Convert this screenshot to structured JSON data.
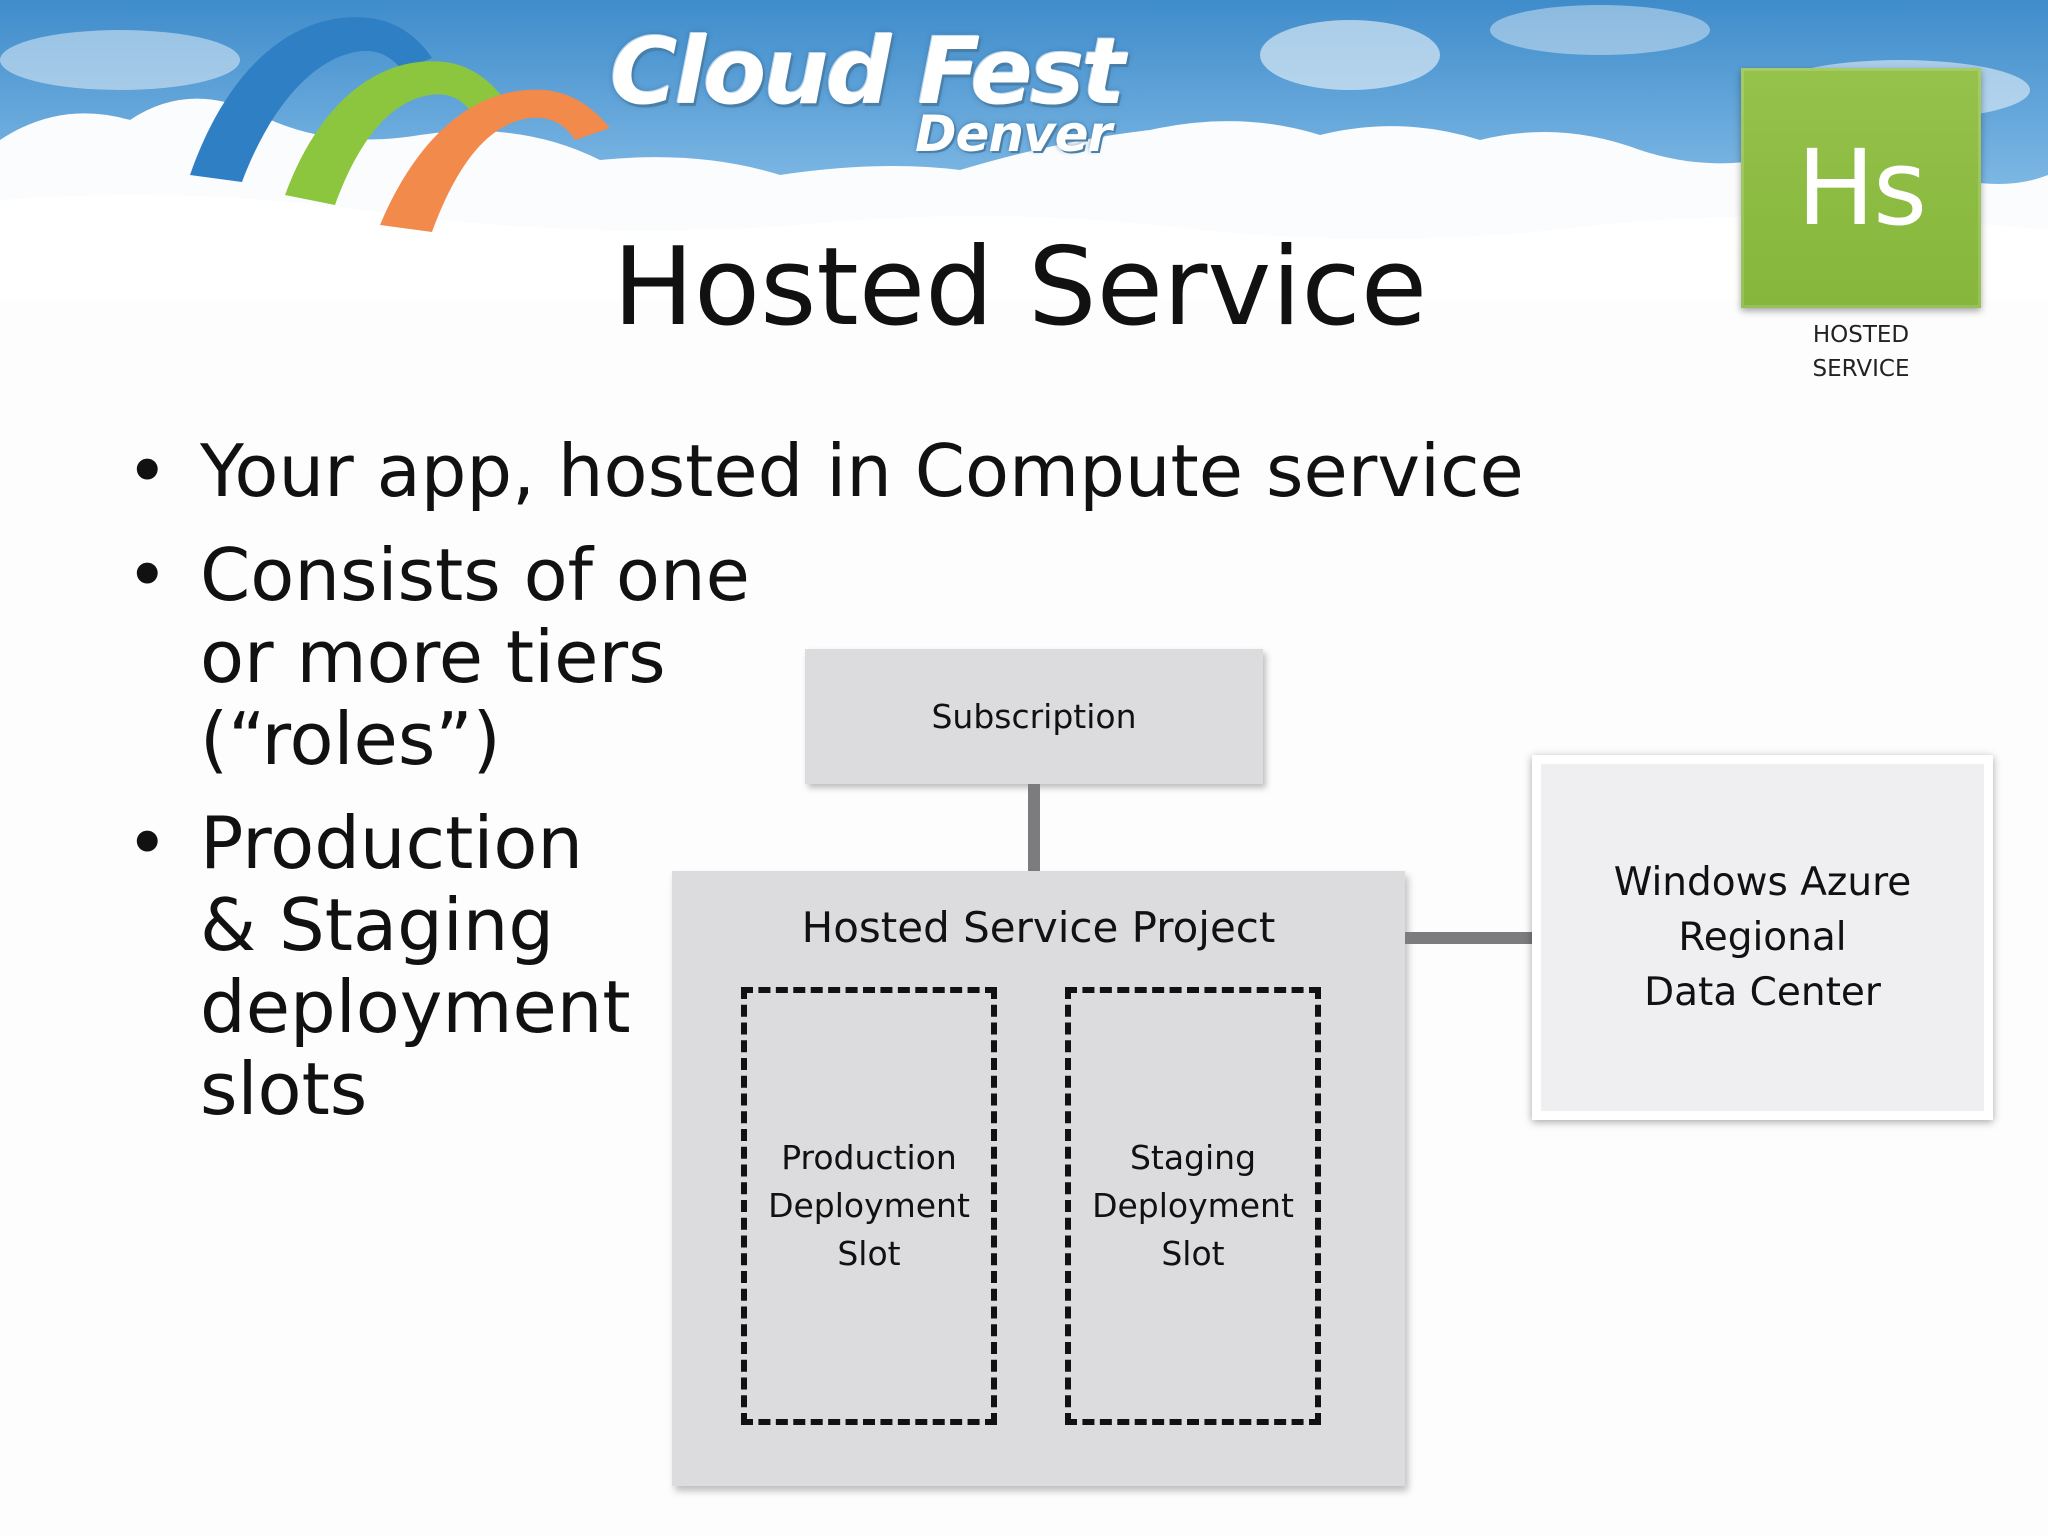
{
  "header": {
    "brand": "Cloud Fest",
    "brand_sub": "Denver",
    "icon": {
      "abbr": "Hs",
      "caption_line1": "HOSTED",
      "caption_line2": "SERVICE"
    }
  },
  "slide": {
    "title": "Hosted Service",
    "bullets": [
      "Your app, hosted in Compute service",
      "Consists of one or more tiers (“roles”)",
      "Production & Staging deployment slots"
    ]
  },
  "diagram": {
    "subscription": "Subscription",
    "project_title": "Hosted Service Project",
    "production_slot": [
      "Production",
      "Deployment",
      "Slot"
    ],
    "staging_slot": [
      "Staging",
      "Deployment",
      "Slot"
    ],
    "datacenter": [
      "Windows Azure",
      "Regional",
      "Data Center"
    ]
  },
  "colors": {
    "sky": "#4f9bd3",
    "tile_green": "#8dbd43",
    "box_gray": "#dcdcde",
    "connector": "#7c7c7e",
    "arch_blue": "#2f7fc4",
    "arch_green": "#8cc63f",
    "arch_orange": "#f28a4b"
  }
}
